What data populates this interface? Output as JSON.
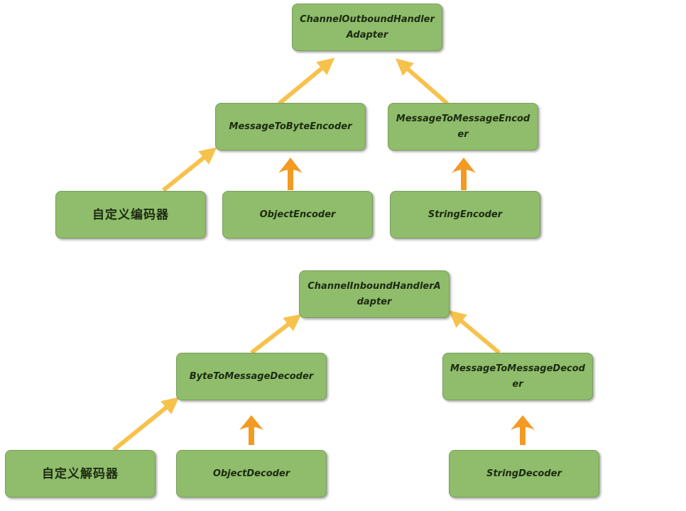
{
  "outbound": {
    "root": "ChannelOutboundHandlerAdapter",
    "mid_left": "MessageToByteEncoder",
    "mid_right": "MessageToMessageEncoder",
    "leaf_custom": "自定义编码器",
    "leaf_object": "ObjectEncoder",
    "leaf_string": "StringEncoder"
  },
  "inbound": {
    "root": "ChannelInboundHandlerAdapter",
    "mid_left": "ByteToMessageDecoder",
    "mid_right": "MessageToMessageDecoder",
    "leaf_custom": "自定义解码器",
    "leaf_object": "ObjectDecoder",
    "leaf_string": "StringDecoder"
  },
  "colors": {
    "node_fill": "#8fbd6b",
    "node_border": "#7a9f5b",
    "arrow_yellow": "#f7c24c",
    "arrow_orange": "#f39a22"
  }
}
